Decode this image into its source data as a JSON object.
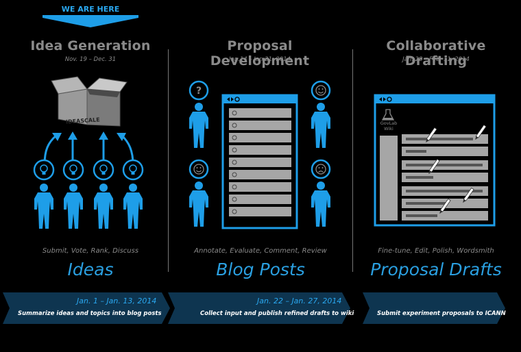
{
  "here_label": "WE ARE HERE",
  "stages": [
    {
      "title": "Idea Generation",
      "dates": "Nov. 19 – Dec. 31",
      "verbs": "Submit, Vote, Rank, Discuss",
      "output": "Ideas",
      "banner_date": "Jan. 1 – Jan. 13, 2014",
      "banner_text": "Summarize ideas and topics into blog posts",
      "box_label": "IDEASCALE"
    },
    {
      "title": "Proposal Development",
      "dates": "Jan.14 – Jan 21, 2014",
      "verbs": "Annotate, Evaluate, Comment, Review",
      "output": "Blog Posts",
      "banner_date": "Jan. 22 – Jan. 27, 2014",
      "banner_text": "Collect input and publish refined drafts to wiki"
    },
    {
      "title": "Collaborative Drafting",
      "dates": "Jan. 28 – Feb. 11, 2014",
      "verbs": "Fine-tune, Edit, Polish, Wordsmith",
      "output": "Proposal Drafts",
      "banner_date": "",
      "banner_text": "Submit experiment proposals to ICANN",
      "wiki_label": "GovLab Wiki"
    }
  ],
  "colors": {
    "accent": "#1e9ee8",
    "banner_fill": "#0e3550",
    "gray_text": "#8a8a8a",
    "browser_row": "#a6a6a6"
  },
  "icons": [
    "lightbulb-icon",
    "question-icon",
    "smiley-icon",
    "frown-icon",
    "arrow-up-icon",
    "pencil-icon",
    "flask-icon",
    "person-icon",
    "box-icon"
  ]
}
